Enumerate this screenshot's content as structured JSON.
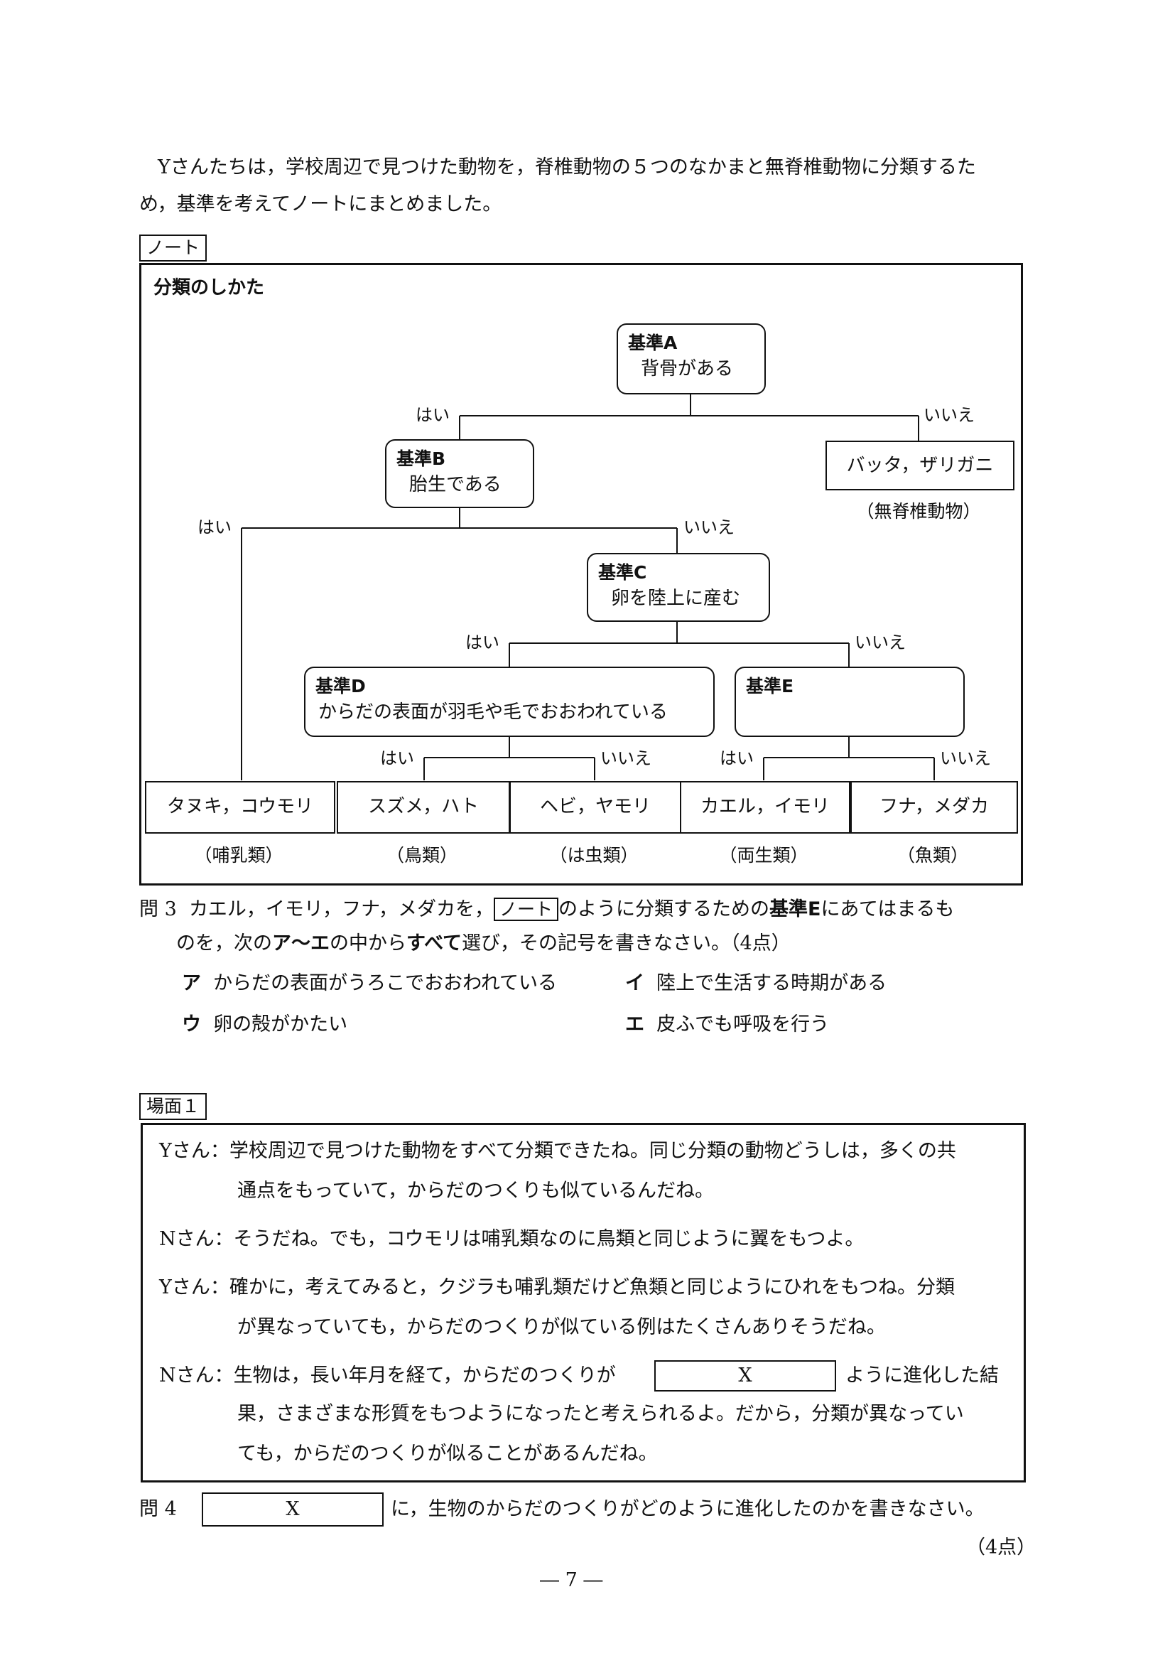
{
  "intro": {
    "line1": "Yさんたちは，学校周辺で見つけた動物を，脊椎動物の５つのなかまと無脊椎動物に分類するた",
    "line2": "め，基準を考えてノートにまとめました。"
  },
  "note": {
    "tag": "ノート",
    "heading": "分類のしかた",
    "criteria": {
      "A": {
        "title": "基準A",
        "desc": "背骨がある"
      },
      "B": {
        "title": "基準B",
        "desc": "胎生である"
      },
      "C": {
        "title": "基準C",
        "desc": "卵を陸上に産む"
      },
      "D": {
        "title": "基準D",
        "desc": "からだの表面が羽毛や毛でおおわれている"
      },
      "E": {
        "title": "基準E",
        "desc": ""
      }
    },
    "yes": "はい",
    "no": "いいえ",
    "invertebrates": {
      "animals": "バッタ，ザリガニ",
      "label": "（無脊椎動物）"
    },
    "leaves": [
      {
        "animals": "タヌキ，コウモリ",
        "label": "（哺乳類）"
      },
      {
        "animals": "スズメ，ハト",
        "label": "（鳥類）"
      },
      {
        "animals": "ヘビ，ヤモリ",
        "label": "（は虫類）"
      },
      {
        "animals": "カエル，イモリ",
        "label": "（両生類）"
      },
      {
        "animals": "フナ，メダカ",
        "label": "（魚類）"
      }
    ]
  },
  "q3": {
    "number": "問 3",
    "text_a": "カエル，イモリ，フナ，メダカを，",
    "note_tag": "ノート",
    "text_b": "のように分類するための",
    "text_bold": "基準E",
    "text_c": "にあてはまるも",
    "line2_a": "のを，次の",
    "line2_bold1": "ア～エ",
    "line2_b": "の中から",
    "line2_bold2": "すべて",
    "line2_c": "選び，その記号を書きなさい。（4点）",
    "options": [
      {
        "letter": "ア",
        "text": "からだの表面がうろこでおおわれている"
      },
      {
        "letter": "イ",
        "text": "陸上で生活する時期がある"
      },
      {
        "letter": "ウ",
        "text": "卵の殻がかたい"
      },
      {
        "letter": "エ",
        "text": "皮ふでも呼吸を行う"
      }
    ]
  },
  "scene1": {
    "tag": "場面１",
    "dialog": [
      {
        "speaker": "Yさん：",
        "lines": [
          "学校周辺で見つけた動物をすべて分類できたね。同じ分類の動物どうしは，多くの共",
          "通点をもっていて，からだのつくりも似ているんだね。"
        ]
      },
      {
        "speaker": "Nさん：",
        "lines": [
          "そうだね。でも，コウモリは哺乳類なのに鳥類と同じように翼をもつよ。"
        ]
      },
      {
        "speaker": "Yさん：",
        "lines": [
          "確かに，考えてみると，クジラも哺乳類だけど魚類と同じようにひれをもつね。分類",
          "が異なっていても，からだのつくりが似ている例はたくさんありそうだね。"
        ]
      },
      {
        "speaker": "Nさん：",
        "line1_a": "生物は，長い年月を経て，からだのつくりが",
        "blank": "X",
        "line1_b": "ように進化した結",
        "lines": [
          "果，さまざまな形質をもつようになったと考えられるよ。だから，分類が異なってい",
          "ても，からだのつくりが似ることがあるんだね。"
        ]
      }
    ]
  },
  "q4": {
    "number": "問 4",
    "blank": "X",
    "text": "に，生物のからだのつくりがどのように進化したのかを書きなさい。",
    "points": "（4点）"
  },
  "page_number": "― 7 ―"
}
